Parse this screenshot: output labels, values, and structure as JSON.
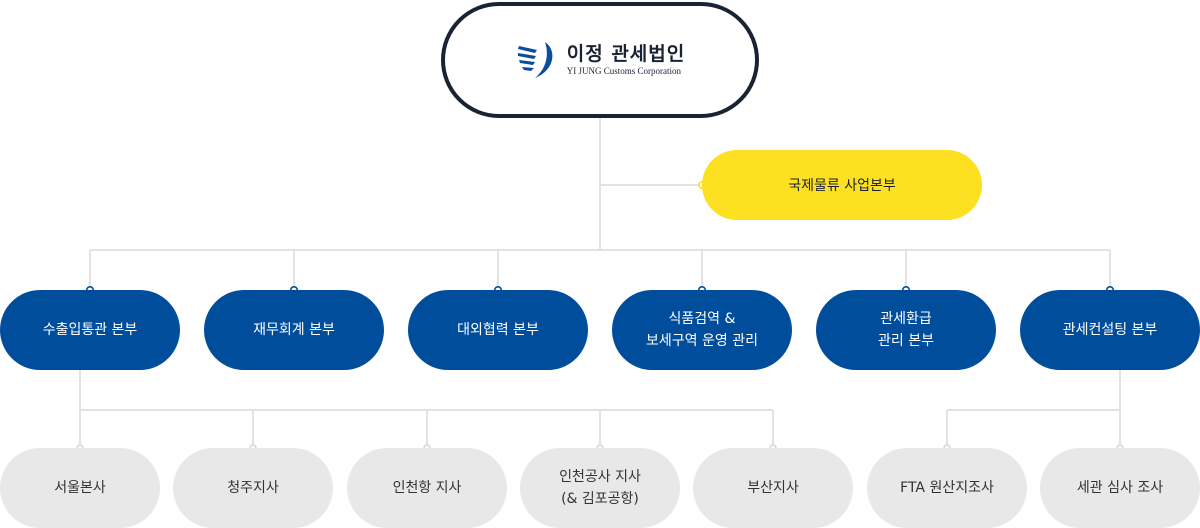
{
  "root": {
    "name_ko": "이정 관세법인",
    "name_en": "YI JUNG Customs Corporation",
    "logo_icon": "swoosh-logo-icon",
    "brand_color": "#0a4da0"
  },
  "special_division": {
    "label": "국제물류 사업본부",
    "color": "#fde021"
  },
  "divisions": [
    {
      "label": "수출입통관 본부"
    },
    {
      "label": "재무회계 본부"
    },
    {
      "label": "대외협력 본부"
    },
    {
      "label": "식품검역 &\n보세구역 운영 관리"
    },
    {
      "label": "관세환급\n관리 본부"
    },
    {
      "label": "관세컨설팅 본부"
    }
  ],
  "branches_customs": [
    {
      "label": "서울본사"
    },
    {
      "label": "청주지사"
    },
    {
      "label": "인천항 지사"
    },
    {
      "label": "인천공사 지사\n(& 김포공항)"
    },
    {
      "label": "부산지사"
    }
  ],
  "branches_consulting": [
    {
      "label": "FTA 원산지조사"
    },
    {
      "label": "세관 심사 조사"
    }
  ],
  "colors": {
    "division": "#004d9c",
    "branch": "#e8e8e8",
    "connector": "#e0e0e0",
    "root_border": "#1a2333"
  }
}
